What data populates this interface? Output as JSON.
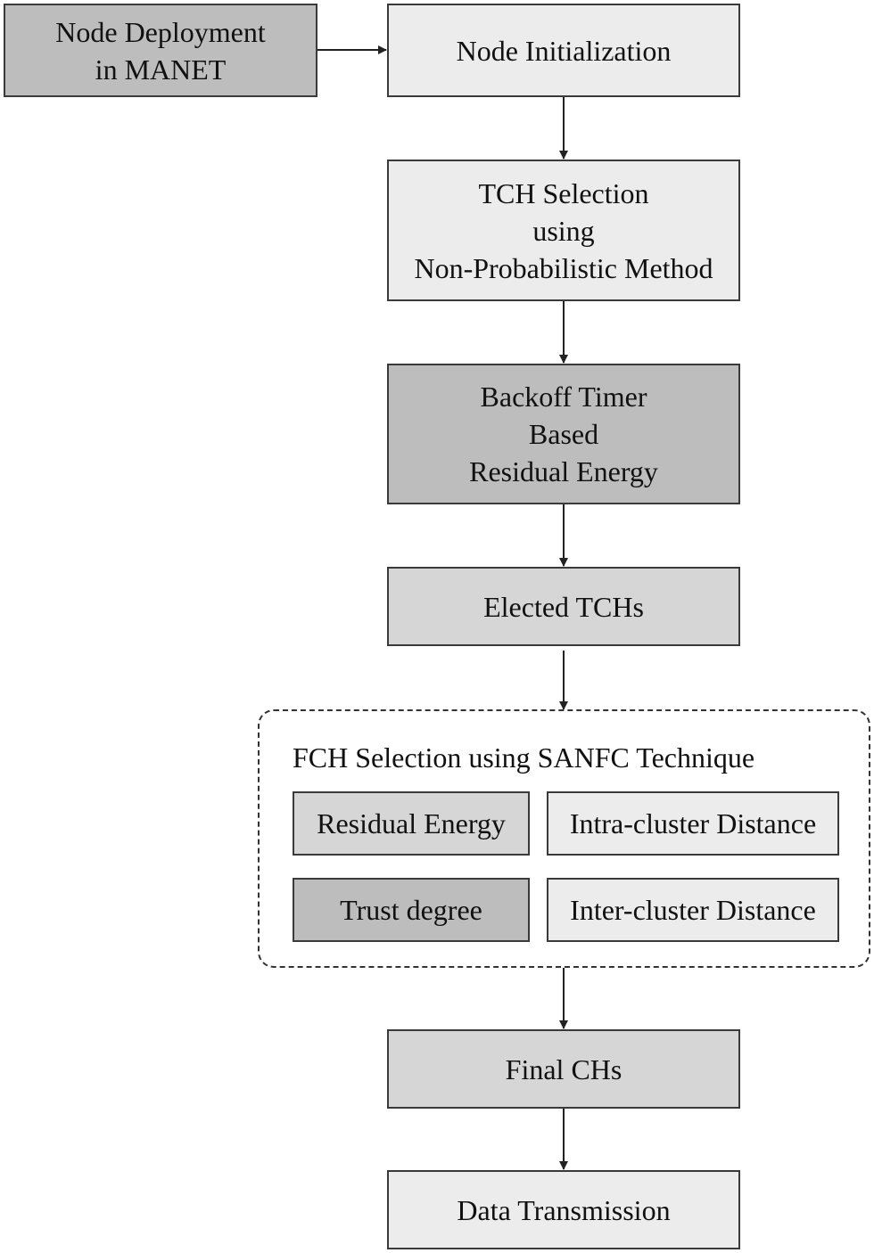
{
  "nodes": {
    "deploy": {
      "lines": [
        "Node Deployment",
        "in MANET"
      ]
    },
    "init": {
      "lines": [
        "Node Initialization"
      ]
    },
    "tch": {
      "lines": [
        "TCH Selection",
        "using",
        "Non-Probabilistic Method"
      ]
    },
    "backoff": {
      "lines": [
        "Backoff Timer",
        "Based",
        "Residual Energy"
      ]
    },
    "elected": {
      "lines": [
        "Elected TCHs"
      ]
    },
    "fch_group": {
      "title": "FCH Selection using SANFC Technique",
      "items": [
        "Residual Energy",
        "Intra-cluster Distance",
        "Trust degree",
        "Inter-cluster Distance"
      ]
    },
    "final": {
      "lines": [
        "Final CHs"
      ]
    },
    "data": {
      "lines": [
        "Data Transmission"
      ]
    }
  },
  "colors": {
    "light": "#ececec",
    "mid": "#d6d6d6",
    "dark": "#bdbdbd",
    "border": "#3a3a3a"
  }
}
